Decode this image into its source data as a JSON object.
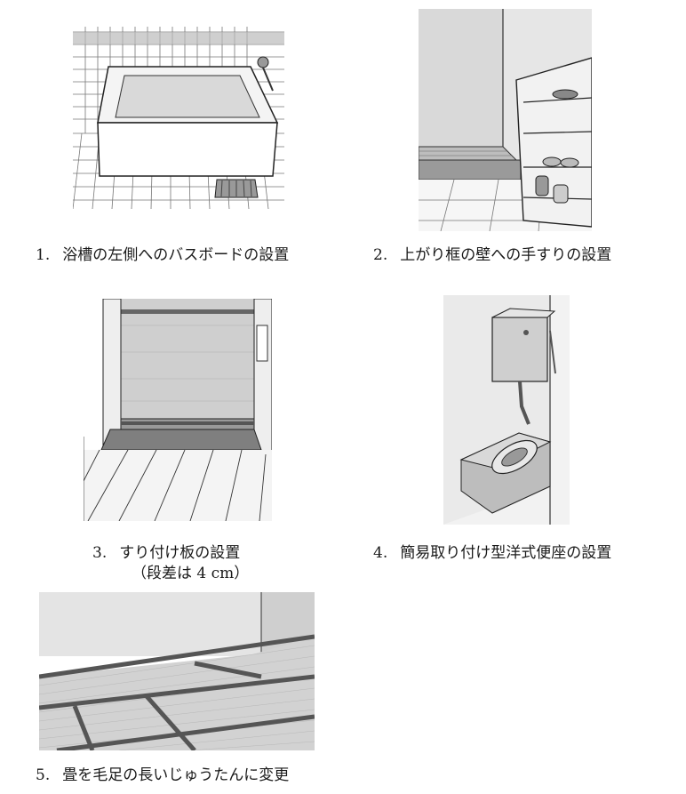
{
  "items": [
    {
      "number": "1.",
      "caption": "浴槽の左側へのバスボードの設置"
    },
    {
      "number": "2.",
      "caption": "上がり框の壁への手すりの設置"
    },
    {
      "number": "3.",
      "caption": "すり付け板の設置",
      "note": "（段差は 4 cm）"
    },
    {
      "number": "4.",
      "caption": "簡易取り付け型洋式便座の設置"
    },
    {
      "number": "5.",
      "caption": "畳を毛足の長いじゅうたんに変更"
    }
  ],
  "colors": {
    "line": "#2a2a2a",
    "wall": "#e9e9e9",
    "floor": "#cfcfcf",
    "dark": "#8a8a8a"
  }
}
